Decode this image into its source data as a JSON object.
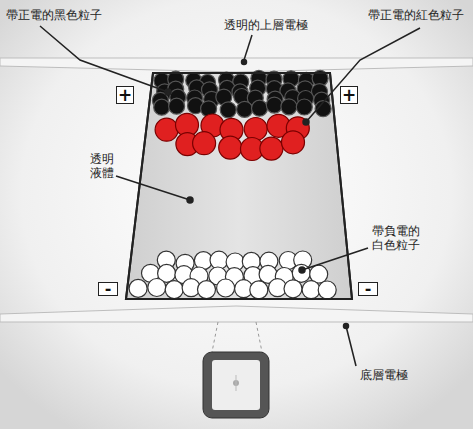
{
  "diagram": {
    "labels": [
      "帶正電的黑色粒子",
      "透明的上層電極",
      "帶正電的紅色粒子",
      "+",
      "+",
      "透明 液體",
      "帶負電的 白色粒子",
      "-",
      "-",
      "底層電極"
    ]
  }
}
